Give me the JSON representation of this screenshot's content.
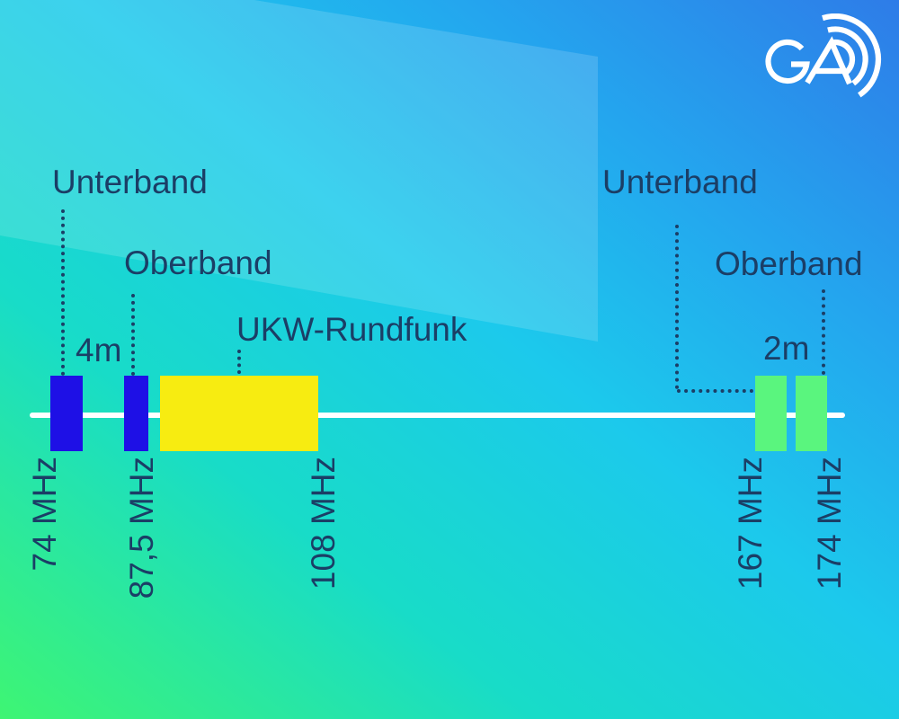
{
  "brand": {
    "logo_text": "GA"
  },
  "colors": {
    "text": "#1b3e66",
    "axis_line": "#ffffff",
    "band_4m": "#1e10e6",
    "band_ukw": "#f7ec11",
    "band_2m": "#5af57e",
    "background_gradient": [
      "#3ef573",
      "#18dcc8",
      "#1cc9ec",
      "#2e7ce8"
    ]
  },
  "diagram": {
    "left": {
      "unterband": "Unterband",
      "oberband": "Oberband",
      "band": "4m",
      "ukw": "UKW-Rundfunk"
    },
    "right": {
      "unterband": "Unterband",
      "oberband": "Oberband",
      "band": "2m"
    },
    "ticks": [
      {
        "label": "74 MHz"
      },
      {
        "label": "87,5 MHz"
      },
      {
        "label": "108 MHz"
      },
      {
        "label": "167 MHz"
      },
      {
        "label": "174 MHz"
      }
    ]
  }
}
